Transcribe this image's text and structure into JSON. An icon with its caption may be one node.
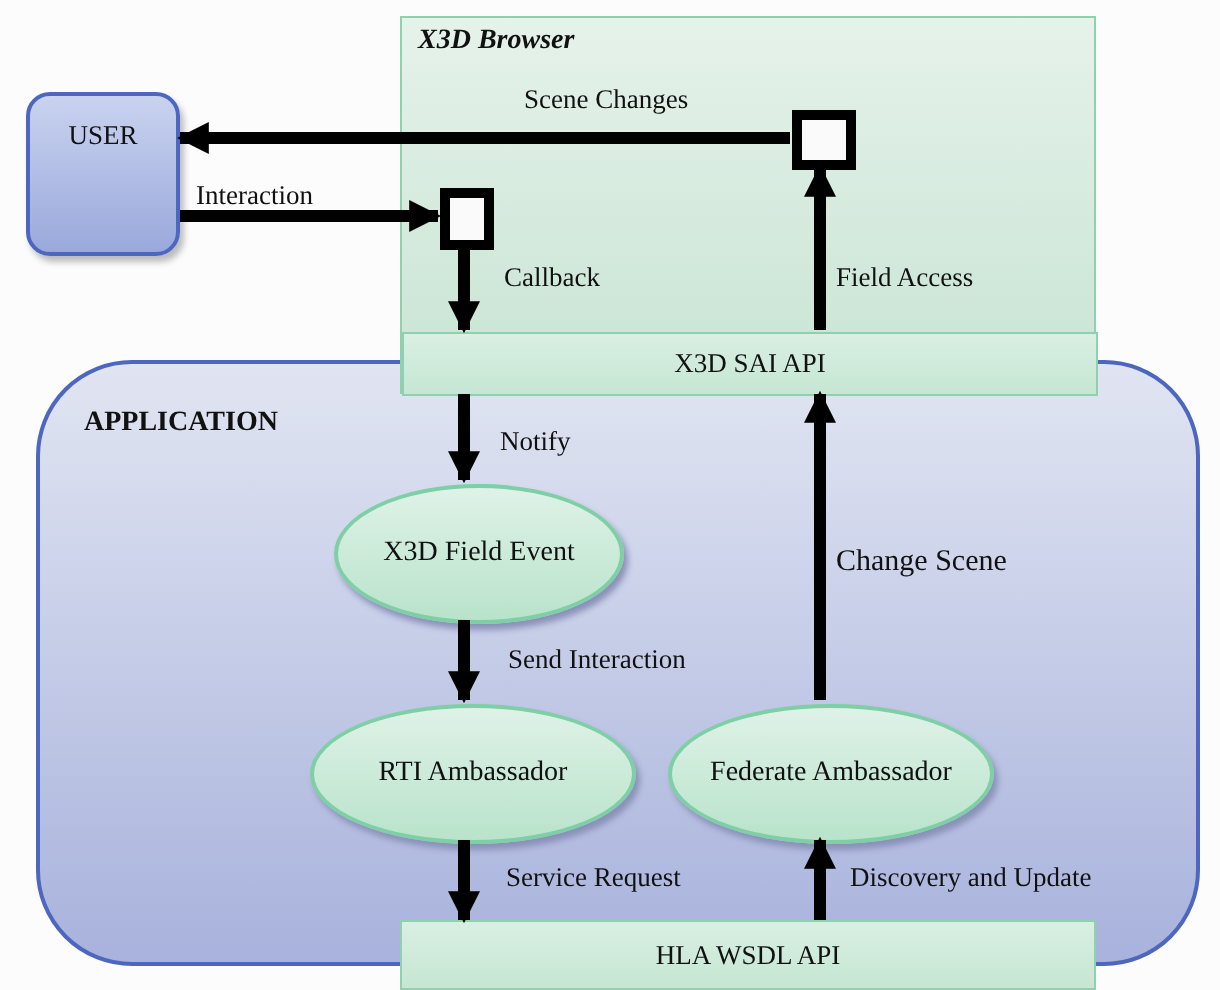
{
  "diagram": {
    "nodes": [
      {
        "text": [
          "X3D Browser"
        ]
      },
      {
        "text": [
          "USER"
        ]
      },
      {
        "text": [],
        "shape": "box",
        "in": 0
      },
      {
        "text": [],
        "shape": "box",
        "in": 0
      },
      {
        "text": [
          "X3D SAI API"
        ],
        "in": 0
      },
      {
        "text": [
          "APPLICATION"
        ]
      },
      {
        "text": [
          "X3D Field Event"
        ],
        "in": 5
      },
      {
        "text": [
          "RTI Ambassador"
        ],
        "in": 5
      },
      {
        "text": [
          "Federate Ambassador"
        ],
        "in": 5
      },
      {
        "text": [
          "HLA WSDL API"
        ]
      }
    ],
    "edges": [
      {
        "from": 3,
        "to": 1,
        "arrow": "to",
        "label": "Scene Changes"
      },
      {
        "from": 1,
        "to": 2,
        "arrow": "to",
        "label": "Interaction"
      },
      {
        "from": 2,
        "to": 4,
        "arrow": "to",
        "label": "Callback"
      },
      {
        "from": 4,
        "to": 3,
        "arrow": "to",
        "label": "Field Access"
      },
      {
        "from": 4,
        "to": 6,
        "arrow": "to",
        "label": "Notify"
      },
      {
        "from": 6,
        "to": 7,
        "arrow": "to",
        "label": "Send Interaction"
      },
      {
        "from": 7,
        "to": 9,
        "arrow": "to",
        "label": "Service Request"
      },
      {
        "from": 9,
        "to": 8,
        "arrow": "to",
        "label": "Discovery and Update"
      },
      {
        "from": 8,
        "to": 4,
        "arrow": "to",
        "label": "Change Scene"
      }
    ]
  }
}
